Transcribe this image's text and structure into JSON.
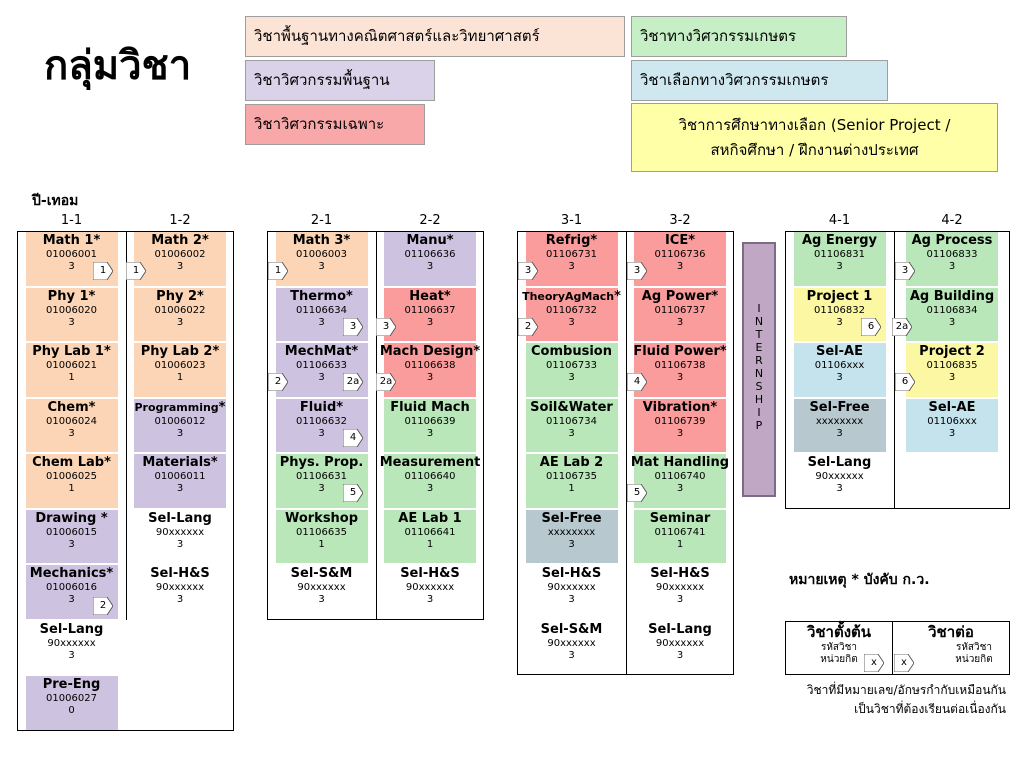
{
  "page_title": "กลุ่มวิชา",
  "legend": [
    {
      "label": "วิชาพื้นฐานทางคณิตศาสตร์และวิทยาศาสตร์",
      "color": "#fbe3d6"
    },
    {
      "label": "วิชาวิศวกรรมพื้นฐาน",
      "color": "#d9d2e9"
    },
    {
      "label": "วิชาวิศวกรรมเฉพาะ",
      "color": "#f8a8a8"
    },
    {
      "label": "วิชาทางวิศวกรรมเกษตร",
      "color": "#c6efc6"
    },
    {
      "label": "วิชาเลือกทางวิศวกรรมเกษตร",
      "color": "#cfe8ef"
    },
    {
      "label_line1": "วิชาการศึกษาทางเลือก (Senior Project  /",
      "label_line2": "สหกิจศึกษา / ฝึกงานต่างประเทศ",
      "color": "#ffffa8"
    }
  ],
  "year_term_label": "ปี-เทอม",
  "term_headers": [
    "1-1",
    "1-2",
    "2-1",
    "2-2",
    "3-1",
    "3-2",
    "4-1",
    "4-2"
  ],
  "colors": {
    "orange": "#fbd5b5",
    "purple": "#cdc3e0",
    "red": "#fa9c9c",
    "green": "#b9e7b9",
    "blue": "#c5e3ec",
    "yellow": "#fbf7a3",
    "gray": "#b8c8cf",
    "intern": "#c0a7c4"
  },
  "terms": [
    {
      "courses": [
        {
          "name": "Math 1*",
          "code": "01006001",
          "credits": "3",
          "color": "orange"
        },
        {
          "name": "Phy 1*",
          "code": "01006020",
          "credits": "3",
          "color": "orange"
        },
        {
          "name": "Phy Lab 1*",
          "code": "01006021",
          "credits": "1",
          "color": "orange"
        },
        {
          "name": "Chem*",
          "code": "01006024",
          "credits": "3",
          "color": "orange"
        },
        {
          "name": "Chem Lab*",
          "code": "01006025",
          "credits": "1",
          "color": "orange"
        },
        {
          "name": "Drawing *",
          "code": "01006015",
          "credits": "3",
          "color": "purple"
        },
        {
          "name": "Mechanics*",
          "code": "01006016",
          "credits": "3",
          "color": "purple"
        },
        {
          "name": "Sel-Lang",
          "code": "90xxxxxx",
          "credits": "3",
          "color": ""
        },
        {
          "name": "Pre-Eng",
          "code": "01006027",
          "credits": "0",
          "color": "purple"
        }
      ]
    },
    {
      "courses": [
        {
          "name": "Math 2*",
          "code": "01006002",
          "credits": "3",
          "color": "orange"
        },
        {
          "name": "Phy 2*",
          "code": "01006022",
          "credits": "3",
          "color": "orange"
        },
        {
          "name": "Phy Lab 2*",
          "code": "01006023",
          "credits": "1",
          "color": "orange"
        },
        {
          "name": "Programming",
          "name_suffix": "*",
          "code": "01006012",
          "credits": "3",
          "color": "purple"
        },
        {
          "name": "Materials*",
          "code": "01006011",
          "credits": "3",
          "color": "purple"
        },
        {
          "name": "Sel-Lang",
          "code": "90xxxxxx",
          "credits": "3",
          "color": ""
        },
        {
          "name": "Sel-H&S",
          "code": "90xxxxxx",
          "credits": "3",
          "color": ""
        }
      ]
    },
    {
      "courses": [
        {
          "name": "Math 3*",
          "code": "01006003",
          "credits": "3",
          "color": "orange"
        },
        {
          "name": "Thermo*",
          "code": "01106634",
          "credits": "3",
          "color": "purple"
        },
        {
          "name": "MechMat*",
          "code": "01106633",
          "credits": "3",
          "color": "purple"
        },
        {
          "name": "Fluid*",
          "code": "01106632",
          "credits": "3",
          "color": "purple"
        },
        {
          "name": "Phys. Prop.",
          "code": "01106631",
          "credits": "3",
          "color": "green"
        },
        {
          "name": "Workshop",
          "code": "01106635",
          "credits": "1",
          "color": "green"
        },
        {
          "name": "Sel-S&M",
          "code": "90xxxxxx",
          "credits": "3",
          "color": ""
        }
      ]
    },
    {
      "courses": [
        {
          "name": "Manu*",
          "code": "01106636",
          "credits": "3",
          "color": "purple"
        },
        {
          "name": "Heat*",
          "code": "01106637",
          "credits": "3",
          "color": "red"
        },
        {
          "name": "Mach Design*",
          "code": "01106638",
          "credits": "3",
          "color": "red"
        },
        {
          "name": "Fluid Mach",
          "code": "01106639",
          "credits": "3",
          "color": "green"
        },
        {
          "name": "Measurement",
          "code": "01106640",
          "credits": "3",
          "color": "green"
        },
        {
          "name": "AE Lab 1",
          "code": "01106641",
          "credits": "1",
          "color": "green"
        },
        {
          "name": "Sel-H&S",
          "code": "90xxxxxx",
          "credits": "3",
          "color": ""
        }
      ]
    },
    {
      "courses": [
        {
          "name": "Refrig*",
          "code": "01106731",
          "credits": "3",
          "color": "red"
        },
        {
          "name": "TheoryAgMach",
          "name_suffix": "*",
          "code": "01106732",
          "credits": "3",
          "color": "red"
        },
        {
          "name": "Combusion",
          "code": "01106733",
          "credits": "3",
          "color": "green"
        },
        {
          "name": "Soil&Water",
          "code": "01106734",
          "credits": "3",
          "color": "green"
        },
        {
          "name": "AE Lab 2",
          "code": "01106735",
          "credits": "1",
          "color": "green"
        },
        {
          "name": "Sel-Free",
          "code": "xxxxxxxx",
          "credits": "3",
          "color": "gray"
        },
        {
          "name": "Sel-H&S",
          "code": "90xxxxxx",
          "credits": "3",
          "color": ""
        },
        {
          "name": "Sel-S&M",
          "code": "90xxxxxx",
          "credits": "3",
          "color": ""
        }
      ]
    },
    {
      "courses": [
        {
          "name": "ICE*",
          "code": "01106736",
          "credits": "3",
          "color": "red"
        },
        {
          "name": "Ag Power*",
          "code": "01106737",
          "credits": "3",
          "color": "red"
        },
        {
          "name": "Fluid Power*",
          "code": "01106738",
          "credits": "3",
          "color": "red"
        },
        {
          "name": "Vibration*",
          "code": "01106739",
          "credits": "3",
          "color": "red"
        },
        {
          "name": "Mat Handling",
          "code": "01106740",
          "credits": "3",
          "color": "green"
        },
        {
          "name": "Seminar",
          "code": "01106741",
          "credits": "1",
          "color": "green"
        },
        {
          "name": "Sel-H&S",
          "code": "90xxxxxx",
          "credits": "3",
          "color": ""
        },
        {
          "name": "Sel-Lang",
          "code": "90xxxxxx",
          "credits": "3",
          "color": ""
        }
      ]
    },
    {
      "courses": [
        {
          "name": "Ag Energy",
          "code": "01106831",
          "credits": "3",
          "color": "green"
        },
        {
          "name": "Project 1",
          "code": "01106832",
          "credits": "3",
          "color": "yellow"
        },
        {
          "name": "Sel-AE",
          "code": "01106xxx",
          "credits": "3",
          "color": "blue"
        },
        {
          "name": "Sel-Free",
          "code": "xxxxxxxx",
          "credits": "3",
          "color": "gray"
        },
        {
          "name": "Sel-Lang",
          "code": "90xxxxxx",
          "credits": "3",
          "color": ""
        }
      ]
    },
    {
      "courses": [
        {
          "name": "Ag Process",
          "code": "01106833",
          "credits": "3",
          "color": "green"
        },
        {
          "name": "Ag Building",
          "code": "01106834",
          "credits": "3",
          "color": "green"
        },
        {
          "name": "Project 2",
          "code": "01106835",
          "credits": "3",
          "color": "yellow"
        },
        {
          "name": "Sel-AE",
          "code": "01106xxx",
          "credits": "3",
          "color": "blue"
        }
      ]
    }
  ],
  "prereq_markers": [
    {
      "term": 0,
      "row": 0,
      "label": "1"
    },
    {
      "term": 1,
      "row": 0,
      "label": "1"
    },
    {
      "term": 2,
      "row": 0,
      "label": "1"
    },
    {
      "term": 0,
      "row": 6,
      "label": "2"
    },
    {
      "term": 2,
      "row": 2,
      "label": "2"
    },
    {
      "term": 2,
      "row": 2,
      "label": "2a"
    },
    {
      "term": 3,
      "row": 2,
      "label": "2a"
    },
    {
      "term": 4,
      "row": 1,
      "label": "2"
    },
    {
      "term": 2,
      "row": 1,
      "label": "3"
    },
    {
      "term": 3,
      "row": 1,
      "label": "3"
    },
    {
      "term": 4,
      "row": 0,
      "label": "3"
    },
    {
      "term": 5,
      "row": 0,
      "label": "3"
    },
    {
      "term": 7,
      "row": 0,
      "label": "3"
    },
    {
      "term": 2,
      "row": 3,
      "label": "4"
    },
    {
      "term": 5,
      "row": 2,
      "label": "4"
    },
    {
      "term": 2,
      "row": 4,
      "label": "5"
    },
    {
      "term": 5,
      "row": 4,
      "label": "5"
    },
    {
      "term": 6,
      "row": 1,
      "label": "6"
    },
    {
      "term": 6,
      "row": 1,
      "label": "2a"
    },
    {
      "term": 7,
      "row": 2,
      "label": "6"
    }
  ],
  "internship_letters": [
    "I",
    "N",
    "T",
    "E",
    "R",
    "N",
    "S",
    "H",
    "I",
    "P"
  ],
  "note": "หมายเหตุ * บังคับ ก.ว.",
  "key": {
    "left_header": "วิชาตั้งต้น",
    "right_header": "วิชาต่อ",
    "left_sub1": "รหัสวิชา",
    "left_sub2": "หน่วยกิต",
    "right_sub1": "รหัสวิชา",
    "right_sub2": "หน่วยกิต",
    "marker": "x",
    "caption_line1": "วิชาที่มีหมายเลข/อักษรกำกับเหมือนกัน",
    "caption_line2": "เป็นวิชาที่ต้องเรียนต่อเนื่องกัน"
  }
}
